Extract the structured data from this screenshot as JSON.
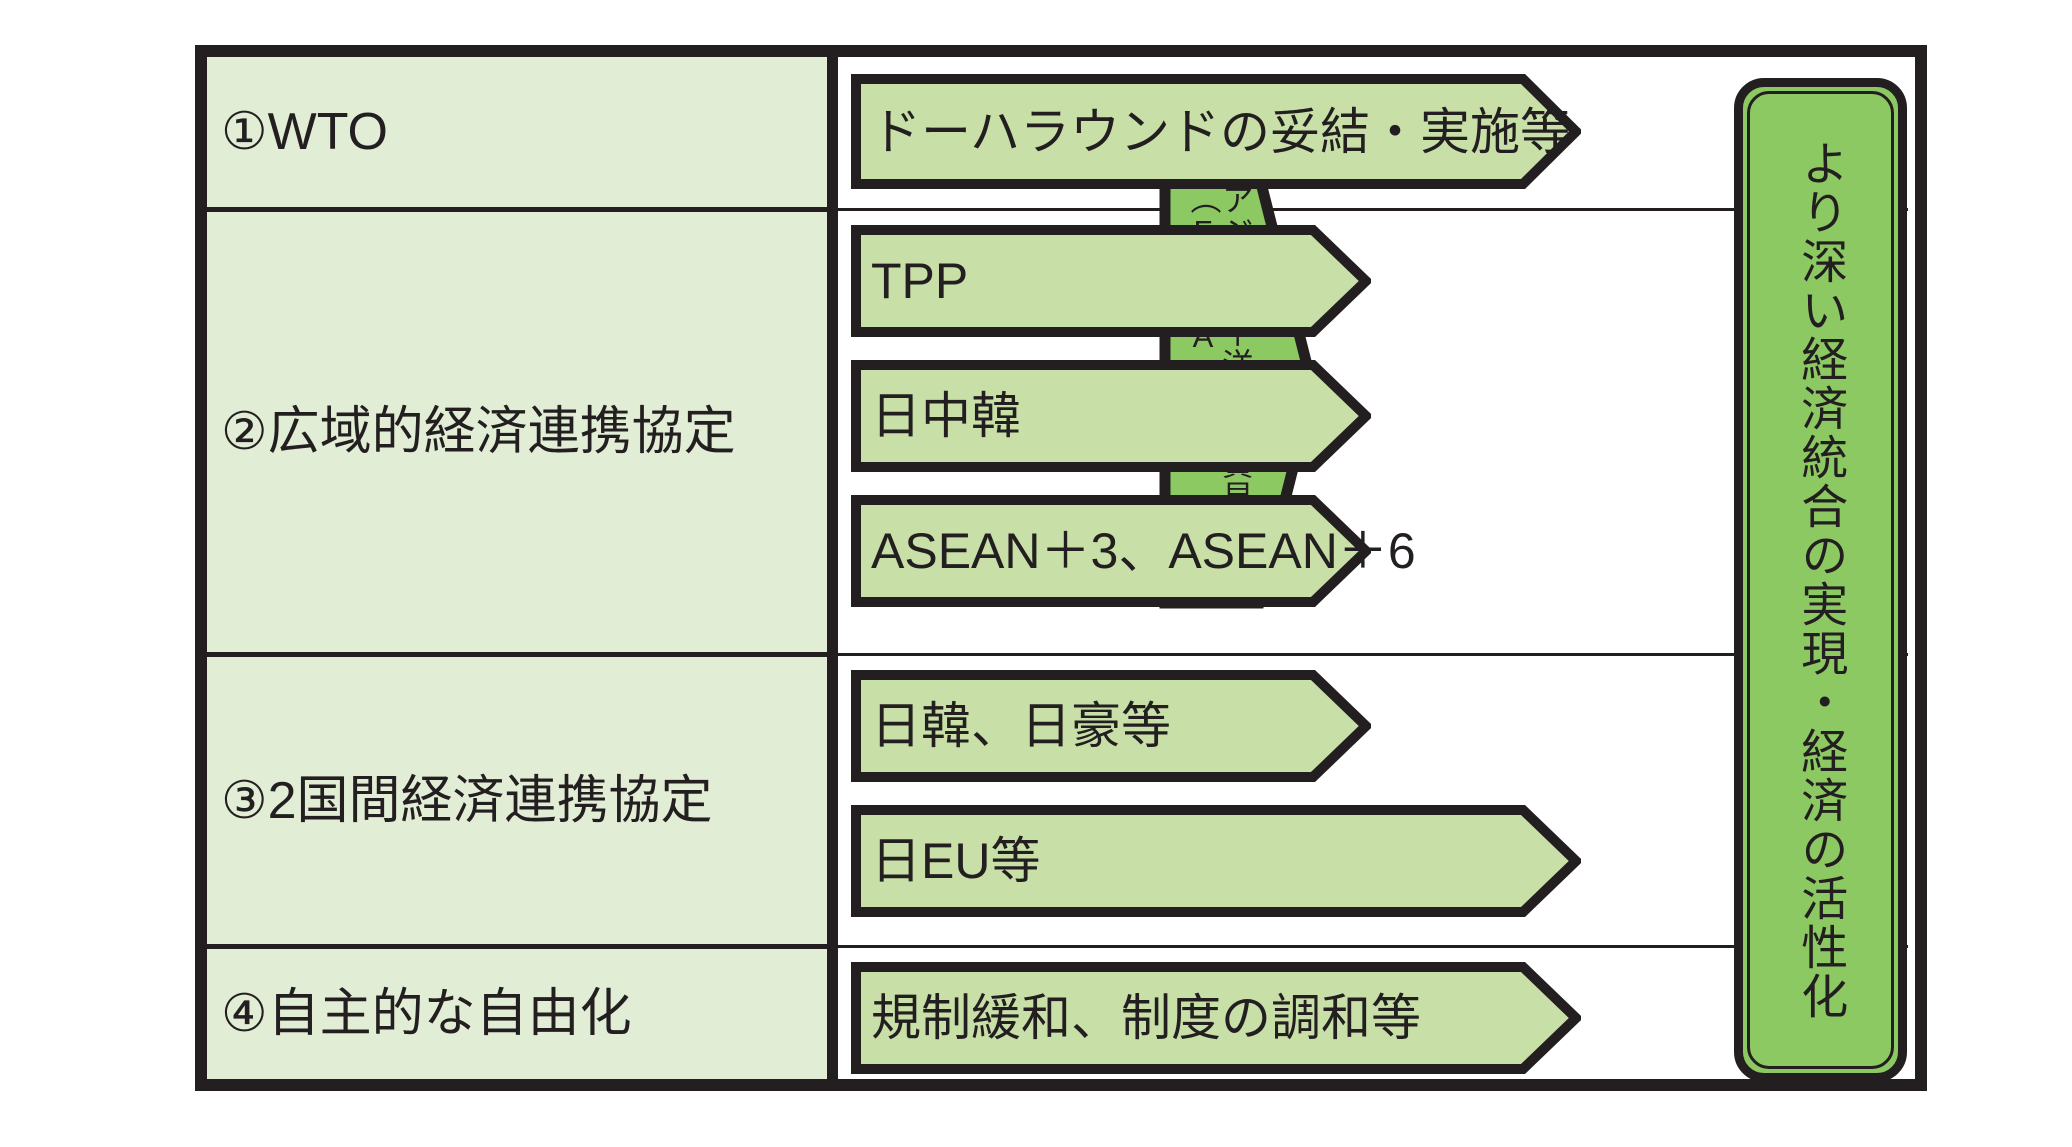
{
  "diagram": {
    "title_present": false,
    "colors": {
      "cell_fill": "#e2edd6",
      "arrow_fill": "#c8e0a8",
      "outcome_fill": "#8dc963",
      "stroke": "#231f20",
      "background": "#ffffff"
    },
    "rows": [
      {
        "label": "①WTO",
        "arrows": [
          {
            "label": "ドーハラウンドの妥結・実施等"
          }
        ]
      },
      {
        "label": "②広域的経済連携協定",
        "arrows": [
          {
            "label": "TPP"
          },
          {
            "label": "日中韓"
          },
          {
            "label": "ASEAN＋3、ASEAN＋6"
          }
        ]
      },
      {
        "label": "③2国間経済連携協定",
        "arrows": [
          {
            "label": "日韓、日豪等"
          },
          {
            "label": "日EU等"
          }
        ]
      },
      {
        "label": "④自主的な自由化",
        "arrows": [
          {
            "label": "規制緩和、制度の調和等"
          }
        ]
      }
    ],
    "ftaap": {
      "main_label": "アジア太平洋自由貿易圏",
      "abbr_label": "（FTAAP）"
    },
    "outcome": {
      "label": "より深い経済統合の実現・経済の活性化"
    }
  }
}
